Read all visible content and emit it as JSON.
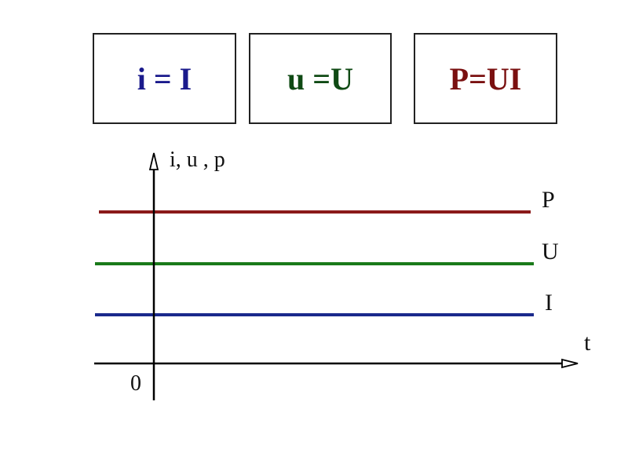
{
  "formulas": [
    {
      "id": "current",
      "text": "i = I",
      "color": "#1a1a8c"
    },
    {
      "id": "voltage",
      "text": "u =U",
      "color": "#0f4a14"
    },
    {
      "id": "power",
      "text": "P=UI",
      "color": "#7a1010"
    }
  ],
  "graph": {
    "y_axis_label": "i, u , p",
    "x_axis_label": "t",
    "origin_label": "0",
    "lines": [
      {
        "name": "P",
        "label": "P",
        "color": "#8b1a1a",
        "level": 3
      },
      {
        "name": "U",
        "label": "U",
        "color": "#1a7a1a",
        "level": 2
      },
      {
        "name": "I",
        "label": "I",
        "color": "#1a2a8c",
        "level": 1
      }
    ]
  }
}
